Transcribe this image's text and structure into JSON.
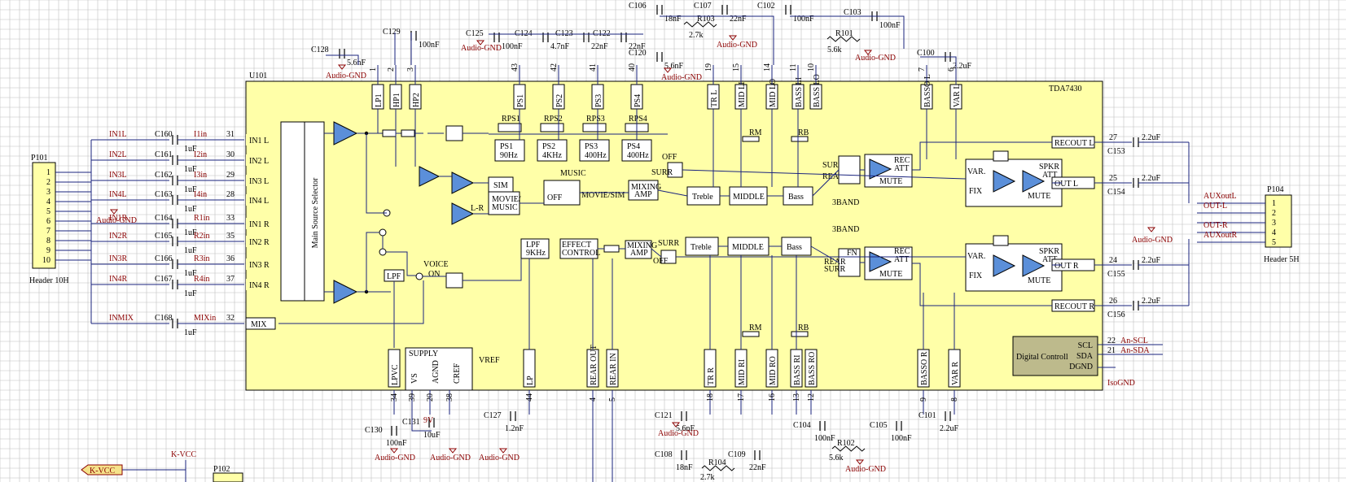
{
  "colors": {
    "grid": "#c0c0c0",
    "chip_fill": "#ffffa8",
    "wire": "#1a237e",
    "component_label": "#8b0000",
    "digital_block": "#bdba8c",
    "amp_fill": "#5b8fd9"
  },
  "chip": {
    "ref": "U101",
    "part": "TDA7430",
    "selector": "Main Source Selector",
    "supply_title": "SUPPLY",
    "supply_pins": [
      "VS",
      "AGND",
      "CREF"
    ],
    "vref": "VREF",
    "digital_title": "Digital Controll",
    "digital_pins": [
      "SCL",
      "SDA",
      "DGND"
    ]
  },
  "headers": {
    "left": {
      "ref": "P101",
      "name": "Header 10H",
      "pins": [
        "1",
        "2",
        "3",
        "4",
        "5",
        "6",
        "7",
        "8",
        "9",
        "10"
      ]
    },
    "right": {
      "ref": "P104",
      "name": "Header 5H",
      "pins": [
        "1",
        "2",
        "3",
        "4",
        "5"
      ]
    },
    "bottom": {
      "ref": "P102"
    }
  },
  "inputs": [
    {
      "net": "IN1L",
      "cap": "C160",
      "val": "1uF",
      "sig": "I1in",
      "pin": "31",
      "port": "IN1 L"
    },
    {
      "net": "IN2L",
      "cap": "C161",
      "val": "1uF",
      "sig": "I2in",
      "pin": "30",
      "port": "IN2 L"
    },
    {
      "net": "IN3L",
      "cap": "C162",
      "val": "1uF",
      "sig": "I3in",
      "pin": "29",
      "port": "IN3 L"
    },
    {
      "net": "IN4L",
      "cap": "C163",
      "val": "1uF",
      "sig": "I4in",
      "pin": "28",
      "port": "IN4 L"
    },
    {
      "net": "IN1R",
      "cap": "C164",
      "val": "1uF",
      "sig": "R1in",
      "pin": "33",
      "port": "IN1 R"
    },
    {
      "net": "IN2R",
      "cap": "C165",
      "val": "1uF",
      "sig": "R2in",
      "pin": "35",
      "port": "IN2 R"
    },
    {
      "net": "IN3R",
      "cap": "C166",
      "val": "1uF",
      "sig": "R3in",
      "pin": "36",
      "port": "IN3 R"
    },
    {
      "net": "IN4R",
      "cap": "C167",
      "val": "1uF",
      "sig": "R4in",
      "pin": "37",
      "port": "IN4 R"
    },
    {
      "net": "INMIX",
      "cap": "C168",
      "val": "1uF",
      "sig": "MIXin",
      "pin": "32",
      "port": "MIX"
    }
  ],
  "top_pins": [
    {
      "name": "LP1",
      "num": "1"
    },
    {
      "name": "HP1",
      "num": "2"
    },
    {
      "name": "HP2",
      "num": "3"
    },
    {
      "name": "PS1",
      "num": "43"
    },
    {
      "name": "PS2",
      "num": "42"
    },
    {
      "name": "PS3",
      "num": "41"
    },
    {
      "name": "PS4",
      "num": "40"
    },
    {
      "name": "TR L",
      "num": "19"
    },
    {
      "name": "MID LI",
      "num": "15"
    },
    {
      "name": "MID LO",
      "num": "14"
    },
    {
      "name": "BASS LI",
      "num": "11"
    },
    {
      "name": "BASS LO",
      "num": "10"
    },
    {
      "name": "BASSO L",
      "num": "7"
    },
    {
      "name": "VAR L",
      "num": "6"
    }
  ],
  "bottom_pins": [
    {
      "name": "LPVC",
      "num": "34"
    },
    {
      "name": "",
      "num": "39"
    },
    {
      "name": "",
      "num": "20"
    },
    {
      "name": "",
      "num": "38"
    },
    {
      "name": "LP",
      "num": "44"
    },
    {
      "name": "REAR OUT",
      "num": "4"
    },
    {
      "name": "REAR IN",
      "num": "5"
    },
    {
      "name": "TR R",
      "num": "18"
    },
    {
      "name": "MID RI",
      "num": "17"
    },
    {
      "name": "MID RO",
      "num": "16"
    },
    {
      "name": "BASS RI",
      "num": "13"
    },
    {
      "name": "BASS RO",
      "num": "12"
    },
    {
      "name": "BASSO R",
      "num": "9"
    },
    {
      "name": "VAR R",
      "num": "8"
    }
  ],
  "top_caps": [
    {
      "ref": "C128",
      "val": "5.6nF"
    },
    {
      "ref": "C129",
      "val": "100nF"
    },
    {
      "ref": "C125",
      "val": "100nF"
    },
    {
      "ref": "C124",
      "val": "4.7nF"
    },
    {
      "ref": "C123",
      "val": "22nF"
    },
    {
      "ref": "C122",
      "val": "22nF"
    },
    {
      "ref": "C120",
      "val": "5.6nF"
    },
    {
      "ref": "C106",
      "val": "18nF"
    },
    {
      "ref": "C107",
      "val": "22nF"
    },
    {
      "ref": "C102",
      "val": "100nF"
    },
    {
      "ref": "C103",
      "val": "100nF"
    },
    {
      "ref": "C100",
      "val": "2.2uF"
    }
  ],
  "top_res": [
    {
      "ref": "R103",
      "val": "2.7k"
    },
    {
      "ref": "R101",
      "val": "5.6k"
    }
  ],
  "bottom_caps": [
    {
      "ref": "C130",
      "val": "100nF"
    },
    {
      "ref": "C131",
      "val": "10uF"
    },
    {
      "ref": "C127",
      "val": "1.2nF"
    },
    {
      "ref": "C121",
      "val": "5.6nF"
    },
    {
      "ref": "C108",
      "val": "18nF"
    },
    {
      "ref": "C109",
      "val": "22nF"
    },
    {
      "ref": "C104",
      "val": "100nF"
    },
    {
      "ref": "C105",
      "val": "100nF"
    },
    {
      "ref": "C101",
      "val": "2.2uF"
    }
  ],
  "bottom_res": [
    {
      "ref": "R104",
      "val": "2.7k"
    },
    {
      "ref": "R102",
      "val": "5.6k"
    }
  ],
  "outputs": [
    {
      "port": "RECOUT L",
      "pin": "27",
      "cap": "C153",
      "val": "2.2uF"
    },
    {
      "port": "OUT L",
      "pin": "25",
      "cap": "C154",
      "val": "2.2uF"
    },
    {
      "port": "OUT R",
      "pin": "24",
      "cap": "C155",
      "val": "2.2uF"
    },
    {
      "port": "RECOUT R",
      "pin": "26",
      "cap": "C156",
      "val": "2.2uF"
    }
  ],
  "out_nets": [
    "AUXoutL",
    "OUT-L",
    "OUT-R",
    "AUXoutR"
  ],
  "digital_nets": [
    {
      "pin": "22",
      "net": "An-SCL"
    },
    {
      "pin": "21",
      "net": "An-SDA"
    }
  ],
  "gnd": {
    "audio": "Audio-GND",
    "iso": "IsoGND"
  },
  "supply": {
    "kvcc": "K-VCC",
    "v9": "9V"
  },
  "blocks": {
    "ps": [
      {
        "name": "PS1",
        "freq": "90Hz",
        "rps": "RPS1"
      },
      {
        "name": "PS2",
        "freq": "4KHz",
        "rps": "RPS2"
      },
      {
        "name": "PS3",
        "freq": "400Hz",
        "rps": "RPS3"
      },
      {
        "name": "PS4",
        "freq": "400Hz",
        "rps": "RPS4"
      }
    ],
    "sim": "SIM",
    "movie_music": "MOVIE/ MUSIC",
    "lr": "L-R",
    "music": "MUSIC",
    "off": "OFF",
    "movie_sim": "MOVIE/SIM",
    "mixing_amp": "MIXING AMP",
    "surr": "SURR",
    "treble": "Treble",
    "middle": "MIDDLE",
    "bass": "Bass",
    "ft": "FN",
    "rear": "REAR",
    "rec_att": "REC ATT",
    "mute": "MUTE",
    "band3": "3BAND",
    "var": "VAR.",
    "fix": "FIX",
    "spkr_att": "SPKR ATT",
    "rm": "RM",
    "rb": "RB",
    "lpf": "LPF",
    "lpf9": "LPF 9KHz",
    "effect_control": "EFFECT CONTROL",
    "voice": "VOICE",
    "on": "ON"
  }
}
